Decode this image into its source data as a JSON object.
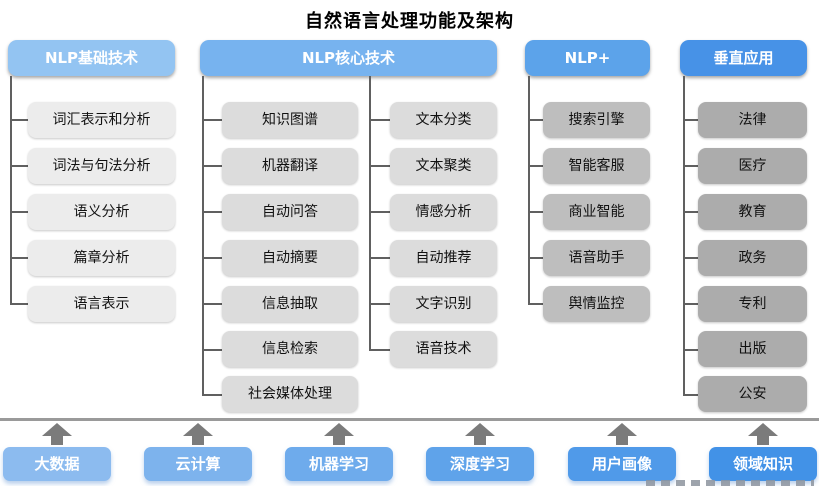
{
  "title": "自然语言处理功能及架构",
  "columns": [
    {
      "header": "NLP基础技术",
      "items": [
        "词汇表示和分析",
        "词法与句法分析",
        "语义分析",
        "篇章分析",
        "语言表示"
      ]
    },
    {
      "header": "NLP核心技术",
      "items_left": [
        "知识图谱",
        "机器翻译",
        "自动问答",
        "自动摘要",
        "信息抽取",
        "信息检索",
        "社会媒体处理"
      ],
      "items_right": [
        "文本分类",
        "文本聚类",
        "情感分析",
        "自动推荐",
        "文字识别",
        "语音技术"
      ]
    },
    {
      "header": "NLP+",
      "items": [
        "搜索引擎",
        "智能客服",
        "商业智能",
        "语音助手",
        "舆情监控"
      ]
    },
    {
      "header": "垂直应用",
      "items": [
        "法律",
        "医疗",
        "教育",
        "政务",
        "专利",
        "出版",
        "公安"
      ]
    }
  ],
  "foundation": {
    "items": [
      "大数据",
      "云计算",
      "机器学习",
      "深度学习",
      "用户画像",
      "领域知识"
    ]
  },
  "colors": {
    "header_gradient": [
      "#93C4F2",
      "#77B3EF",
      "#5CA3EA",
      "#4792E7"
    ],
    "item_grays": [
      "#ECECEC",
      "#DCDCDC",
      "#BEBEBE",
      "#ACACAC"
    ],
    "foundation_gradient": [
      "#8CBBEF",
      "#7DB3ED",
      "#6EABEC",
      "#5FA3EA",
      "#509AE9",
      "#4292E7"
    ],
    "connector_line": "#606060",
    "arrow": "#7B7B7B",
    "separator_line": "#9A9A9A",
    "text_on_blue": "#FFFFFF",
    "text_on_gray": "#111111"
  }
}
